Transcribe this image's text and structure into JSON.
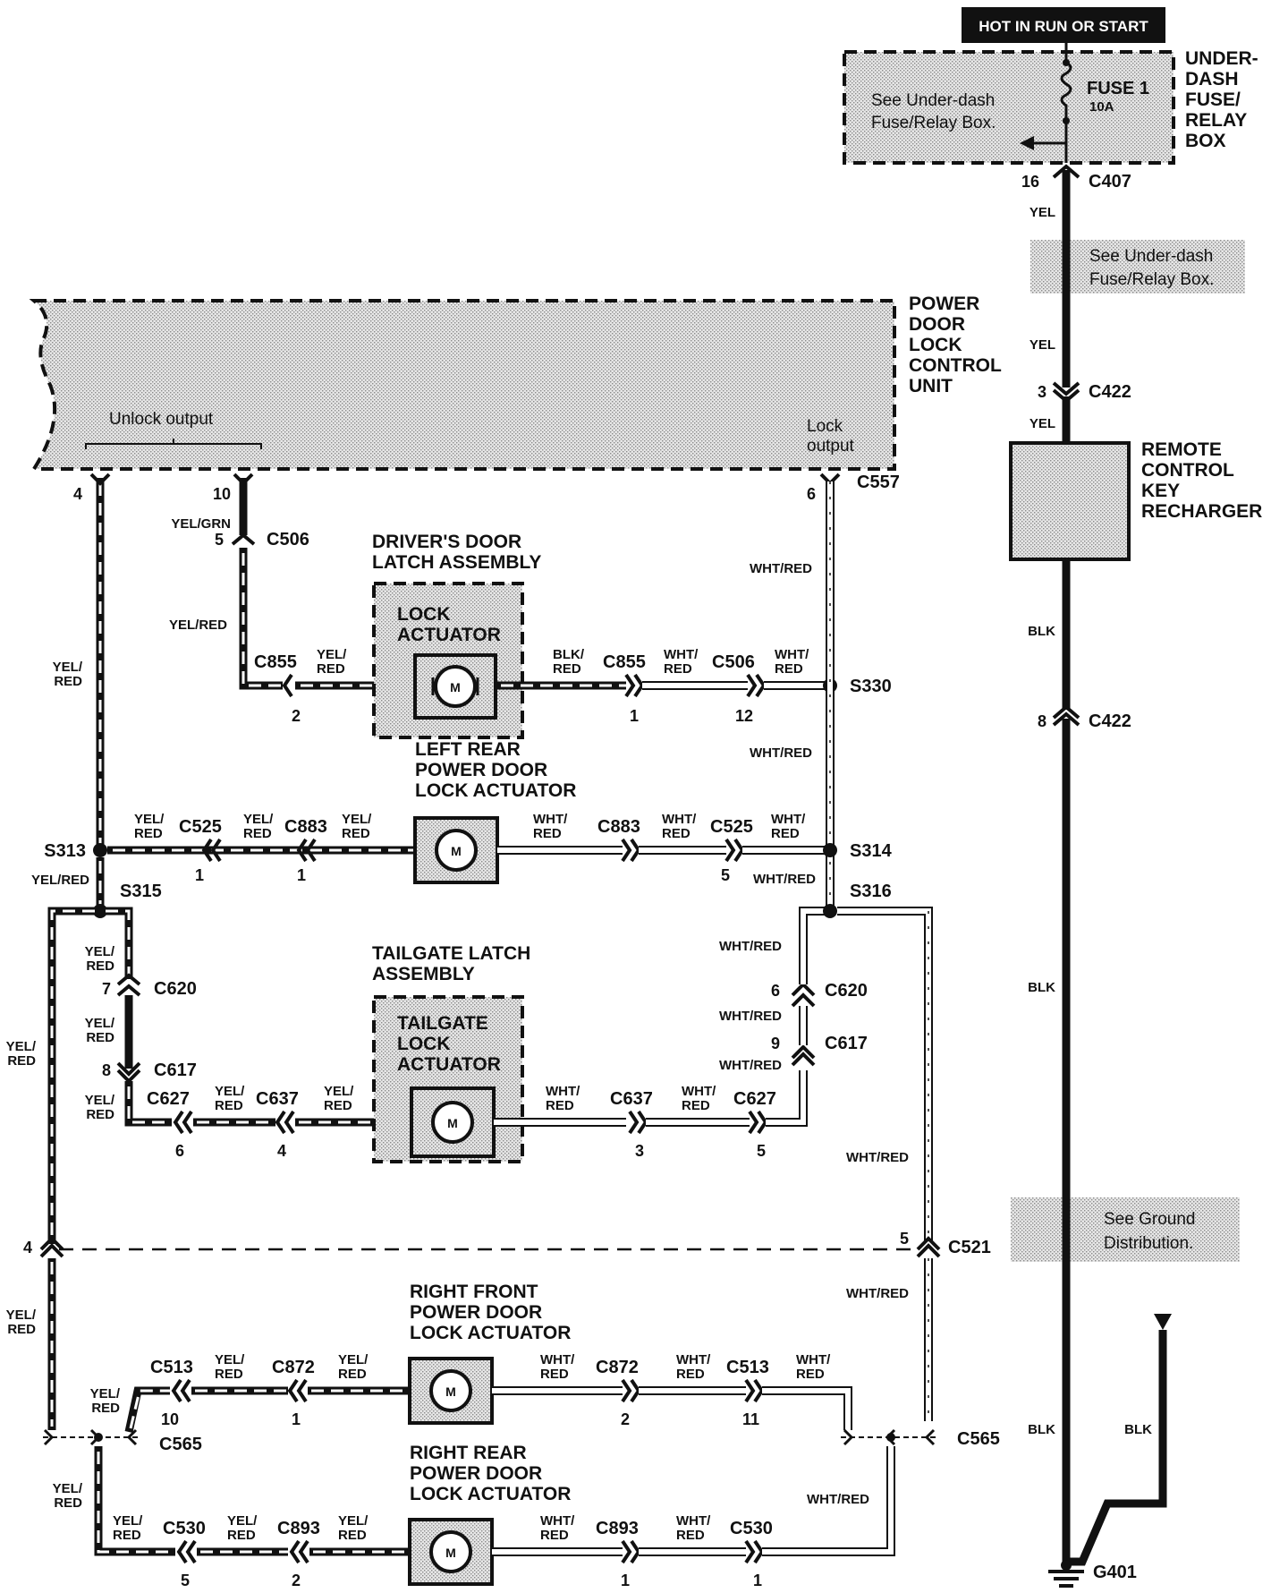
{
  "header": {
    "power_label": "HOT IN RUN OR START"
  },
  "fuse_box": {
    "title_lines": [
      "UNDER-",
      "DASH",
      "FUSE/",
      "RELAY",
      "BOX"
    ],
    "note_lines": [
      "See Under-dash",
      "Fuse/Relay Box."
    ],
    "fuse_name": "FUSE 1",
    "fuse_rating": "10A"
  },
  "notes": {
    "underdash_lines": [
      "See Under-dash",
      "Fuse/Relay Box."
    ],
    "ground_lines": [
      "See Ground",
      "Distribution."
    ]
  },
  "control_unit": {
    "title_lines": [
      "POWER",
      "DOOR",
      "LOCK",
      "CONTROL",
      "UNIT"
    ],
    "unlock_label": "Unlock output",
    "lock_lines": [
      "Lock",
      "output"
    ]
  },
  "components": {
    "recharger_lines": [
      "REMOTE",
      "CONTROL",
      "KEY",
      "RECHARGER"
    ],
    "drivers_latch_lines": [
      "DRIVER'S DOOR",
      "LATCH ASSEMBLY"
    ],
    "lock_actuator_lines": [
      "LOCK",
      "ACTUATOR"
    ],
    "left_rear_lines": [
      "LEFT REAR",
      "POWER DOOR",
      "LOCK ACTUATOR"
    ],
    "tailgate_latch_lines": [
      "TAILGATE LATCH",
      "ASSEMBLY"
    ],
    "tailgate_lock_lines": [
      "TAILGATE",
      "LOCK",
      "ACTUATOR"
    ],
    "right_front_lines": [
      "RIGHT FRONT",
      "POWER DOOR",
      "LOCK ACTUATOR"
    ],
    "right_rear_lines": [
      "RIGHT REAR",
      "POWER DOOR",
      "LOCK ACTUATOR"
    ],
    "motor_symbol": "M",
    "ground_name": "G401"
  },
  "connectors": {
    "c407": "C407",
    "c422": "C422",
    "c557": "C557",
    "c506": "C506",
    "c855": "C855",
    "c525": "C525",
    "c883": "C883",
    "c620": "C620",
    "c617": "C617",
    "c627": "C627",
    "c637": "C637",
    "c521": "C521",
    "c513": "C513",
    "c872": "C872",
    "c565": "C565",
    "c530": "C530",
    "c893": "C893"
  },
  "splices": {
    "s330": "S330",
    "s313": "S313",
    "s314": "S314",
    "s315": "S315",
    "s316": "S316"
  },
  "wire_colors": {
    "yel": "YEL",
    "blk": "BLK",
    "yel_red": "YEL/RED",
    "yel_grn": "YEL/GRN",
    "wht_red": "WHT/RED",
    "blk_red_lines": [
      "BLK/",
      "RED"
    ],
    "yel_red_lines": [
      "YEL/",
      "RED"
    ],
    "wht_red_lines": [
      "WHT/",
      "RED"
    ]
  },
  "pins": {
    "p16": "16",
    "p3": "3",
    "p8": "8",
    "p4": "4",
    "p10": "10",
    "p6": "6",
    "p5": "5",
    "p2": "2",
    "p1": "1",
    "p12": "12",
    "p7": "7",
    "p9": "9",
    "p11": "11"
  },
  "colors": {
    "ink": "#111111",
    "shade": "#dddddd",
    "background": "#ffffff"
  }
}
